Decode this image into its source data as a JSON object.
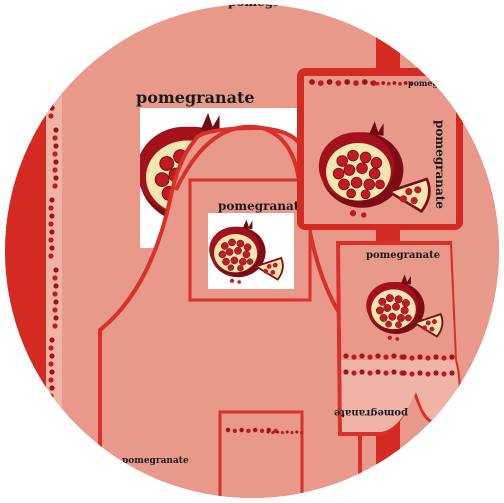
{
  "image": {
    "subject": "Kitchen textile set with pomegranate print",
    "colors": {
      "background": "#ffffff",
      "fabric": "#e9998a",
      "fabric_light": "#f0b4a6",
      "trim": "#d9302a",
      "border_red": "#d42a22",
      "fruit_red": "#a3121c",
      "fruit_dark": "#6b0b10",
      "pith": "#f4e6b0",
      "panel_white": "#ffffff"
    }
  },
  "labels": {
    "towel_top": "pomegranate",
    "apron": "pomegranate",
    "potholder": "pomegranate",
    "mitt_top": "pomegranate",
    "mitt_bottom": "pomegranate",
    "pocket_tiny": "pomegranate",
    "edge_fragment": "pomegranate"
  },
  "icons": [
    "pomegranate-illustration",
    "seed-border-pattern"
  ]
}
